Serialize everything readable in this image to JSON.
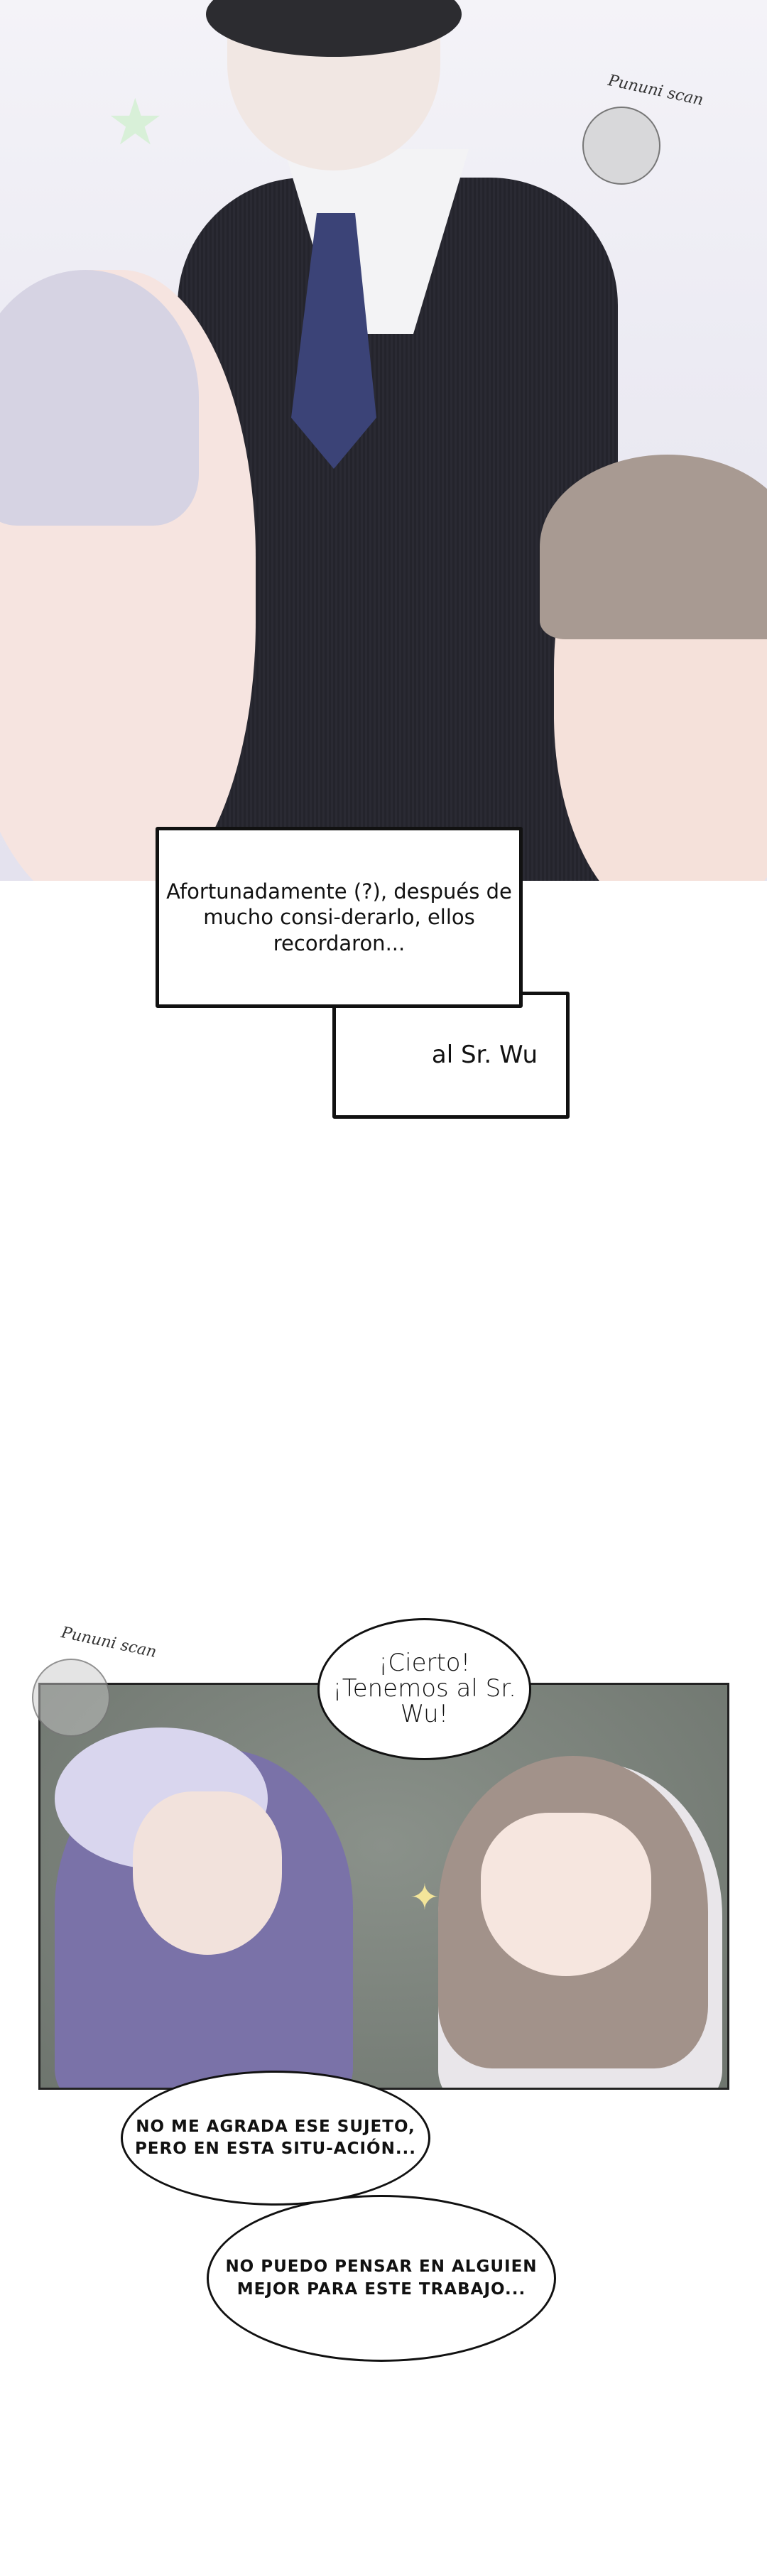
{
  "panel1": {
    "watermark": "Pununi scan"
  },
  "captions": {
    "caption1": "Afortunadamente (?), después de mucho consi-derarlo, ellos recordaron...",
    "caption2": "al Sr. Wu"
  },
  "panel2": {
    "watermark": "Pununi scan",
    "bubble1": "¡Cierto! ¡Tenemos al Sr. Wu!",
    "bubble2": "NO ME AGRADA ESE SUJETO, PERO EN ESTA SITU-ACIÓN...",
    "bubble3": "NO PUEDO PENSAR EN ALGUIEN MEJOR PARA ESTE TRABAJO..."
  }
}
